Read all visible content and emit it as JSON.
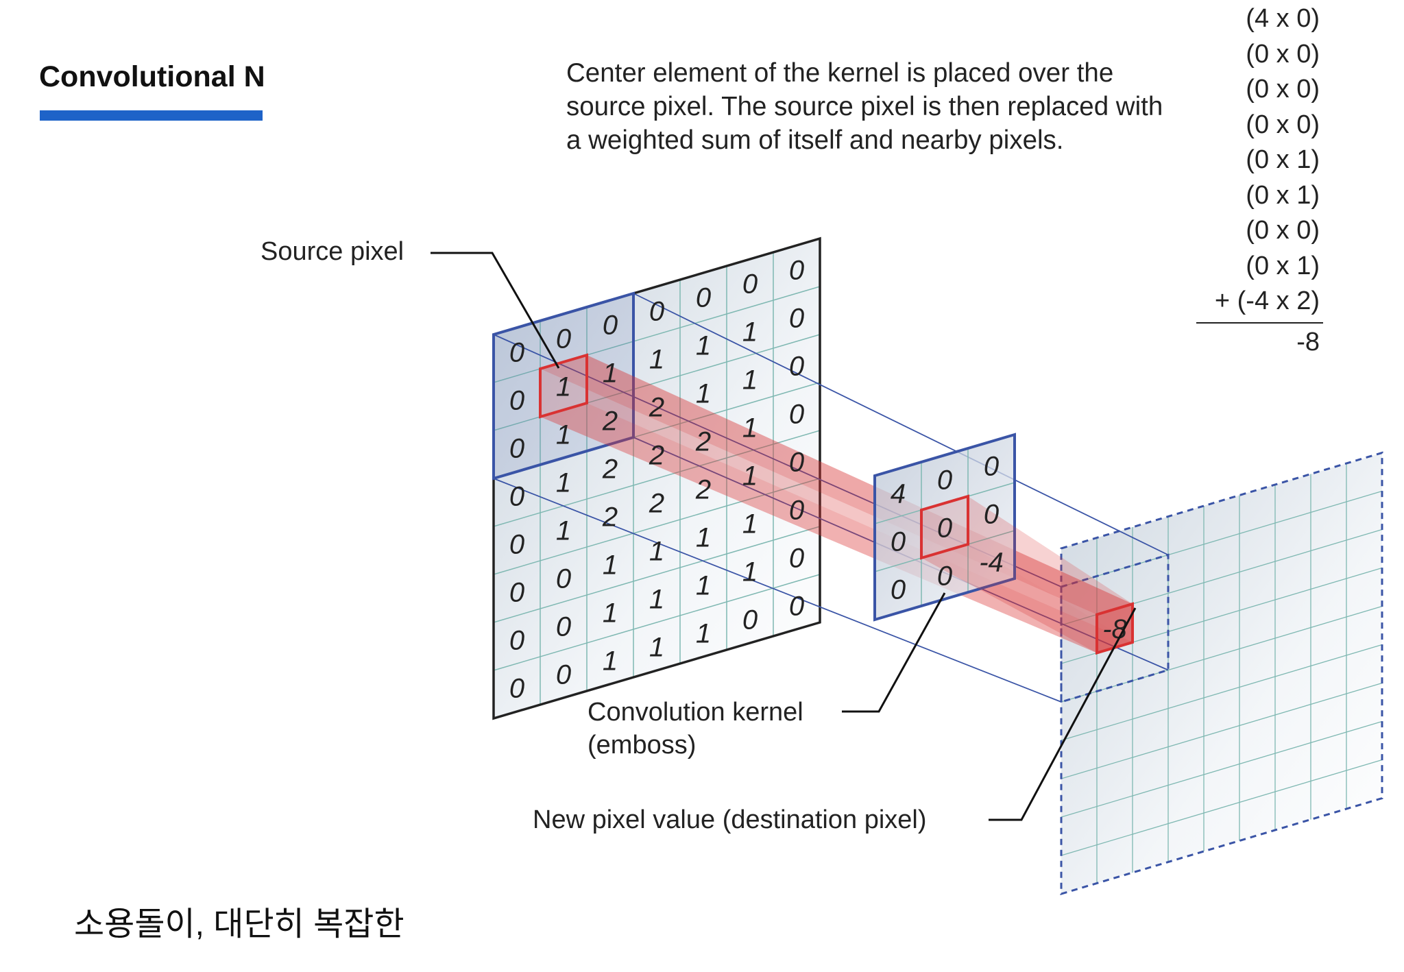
{
  "header": {
    "title": "Convolutional N"
  },
  "colors": {
    "accent": "#1e63c8",
    "kernel_blue": "#3a54a6",
    "highlight_red": "#d93232",
    "grid": "#7fb8b2"
  },
  "description": "Center element of the kernel is placed over the source pixel. The source pixel is then replaced with a weighted sum of itself and nearby pixels.",
  "labels": {
    "source_pixel": "Source pixel",
    "kernel_line1": "Convolution kernel",
    "kernel_line2": "(emboss)",
    "new_pixel": "New pixel value (destination pixel)"
  },
  "calculation": {
    "lines": [
      "(4 x 0)",
      "(0 x 0)",
      "(0 x 0)",
      "(0 x 0)",
      "(0 x 1)",
      "(0 x 1)",
      "(0 x 0)",
      "(0 x 1)",
      "+ (-4 x 2)"
    ],
    "result": "-8"
  },
  "source_grid": [
    [
      "0",
      "0",
      "0",
      "0",
      "0",
      "0",
      "0"
    ],
    [
      "0",
      "1",
      "1",
      "1",
      "1",
      "1",
      "0"
    ],
    [
      "0",
      "1",
      "2",
      "2",
      "1",
      "1",
      "0"
    ],
    [
      "0",
      "1",
      "2",
      "2",
      "2",
      "1",
      "0"
    ],
    [
      "0",
      "1",
      "2",
      "2",
      "2",
      "1",
      "0"
    ],
    [
      "0",
      "0",
      "1",
      "1",
      "1",
      "1",
      "0"
    ],
    [
      "0",
      "0",
      "1",
      "1",
      "1",
      "1",
      "0"
    ],
    [
      "0",
      "0",
      "1",
      "1",
      "1",
      "0",
      "0"
    ]
  ],
  "kernel_grid": [
    [
      "4",
      "0",
      "0"
    ],
    [
      "0",
      "0",
      "0"
    ],
    [
      "0",
      "0",
      "-4"
    ]
  ],
  "destination_value": "-8",
  "caption": "소용돌이, 대단히 복잡한"
}
